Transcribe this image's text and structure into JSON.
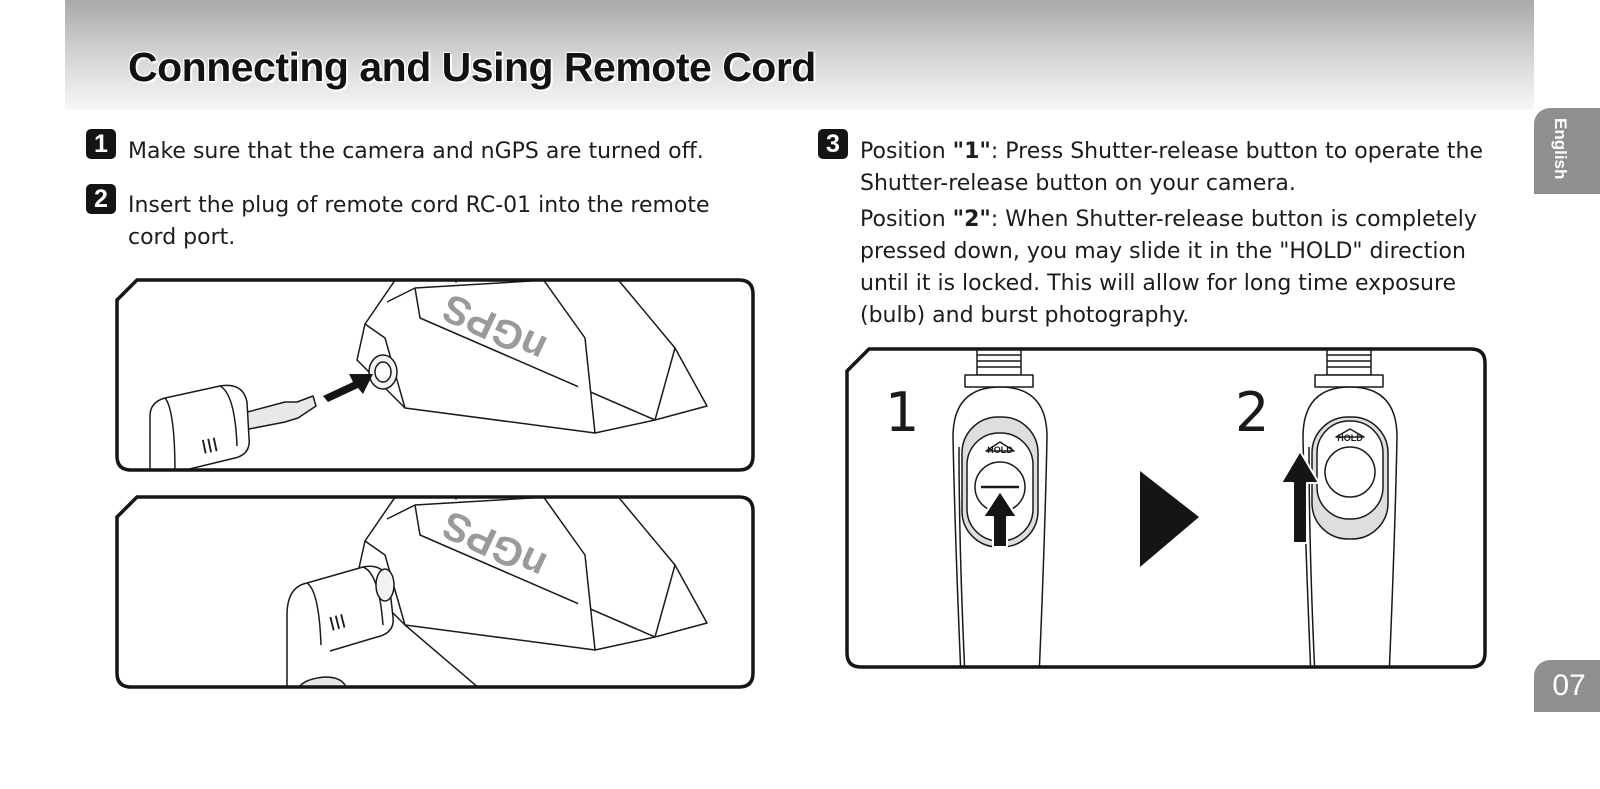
{
  "header": {
    "title": "Connecting and Using Remote Cord"
  },
  "side_tab": {
    "language": "English"
  },
  "footer": {
    "page_number": "07"
  },
  "steps": [
    {
      "number": "1",
      "text": "Make sure that the camera and nGPS are turned off."
    },
    {
      "number": "2",
      "line1": "Insert the plug of remote cord RC-01 into the remote",
      "line2": "cord port."
    },
    {
      "number": "3",
      "p1_prefix": "Position ",
      "p1_bold": "\"1\"",
      "p1_line1": ": Press Shutter-release button to operate the",
      "p1_line2": "Shutter-release button on your camera.",
      "p2_prefix": "Position ",
      "p2_bold": "\"2\"",
      "p2_line1": ": When Shutter-release button is completely",
      "p2_line2": "pressed down, you may slide it in the \"HOLD\" direction",
      "p2_line3": "until it is locked. This will allow for long time exposure",
      "p2_line4": "(bulb) and burst photography."
    }
  ],
  "illustrations": {
    "device_logo": "nGPS",
    "plug_marking": "III",
    "position_labels": [
      "1",
      "2"
    ],
    "hold_label": "HOLD"
  }
}
